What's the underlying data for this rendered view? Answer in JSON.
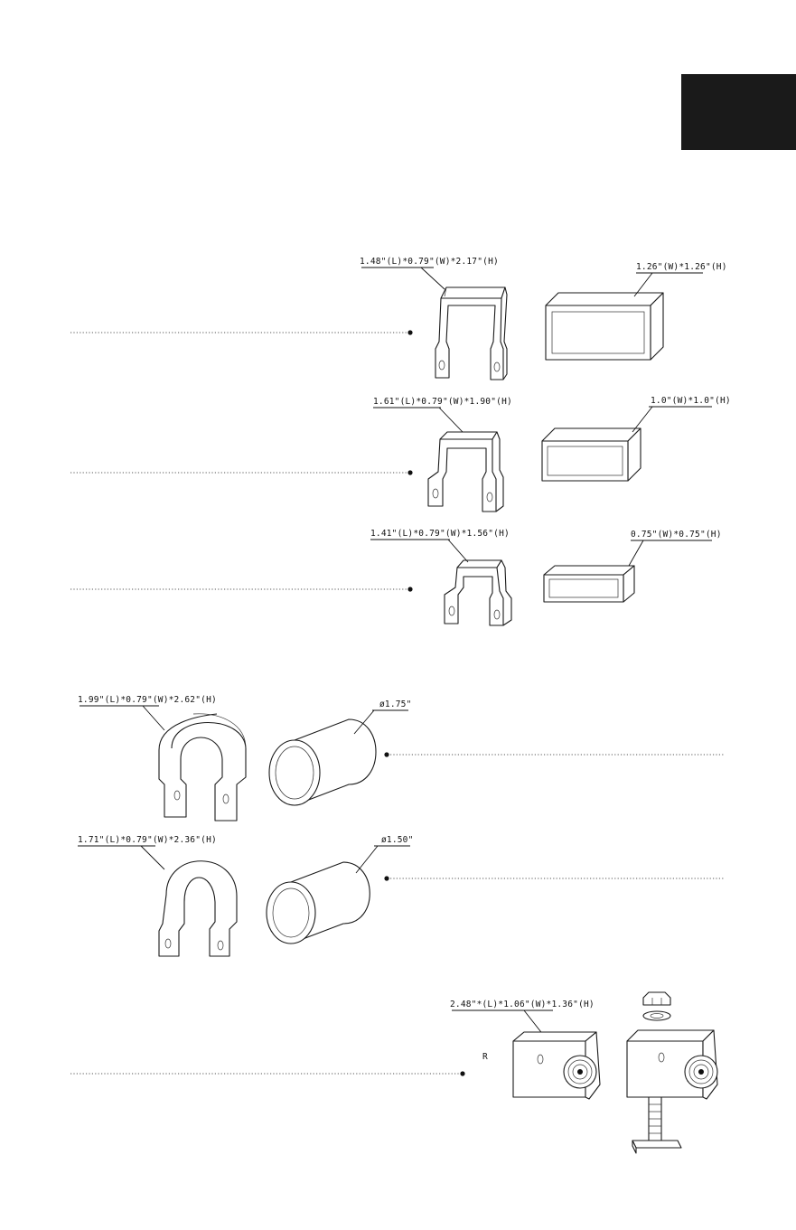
{
  "corner_tab": {
    "color": "#1a1a1a"
  },
  "parts": [
    {
      "id": "clamp-1",
      "type": "square-clamp",
      "dimension": "1.48\"(L)*0.79\"(W)*2.17\"(H)"
    },
    {
      "id": "tube-1",
      "type": "square-tube",
      "dimension": "1.26\"(W)*1.26\"(H)"
    },
    {
      "id": "clamp-2",
      "type": "square-clamp",
      "dimension": "1.61\"(L)*0.79\"(W)*1.90\"(H)"
    },
    {
      "id": "tube-2",
      "type": "square-tube",
      "dimension": "1.0\"(W)*1.0\"(H)"
    },
    {
      "id": "clamp-3",
      "type": "square-clamp",
      "dimension": "1.41\"(L)*0.79\"(W)*1.56\"(H)"
    },
    {
      "id": "tube-3",
      "type": "square-tube",
      "dimension": "0.75\"(W)*0.75\"(H)"
    },
    {
      "id": "clamp-4",
      "type": "round-clamp",
      "dimension": "1.99\"(L)*0.79\"(W)*2.62\"(H)"
    },
    {
      "id": "tube-4",
      "type": "round-tube",
      "dimension": "ø1.75\""
    },
    {
      "id": "clamp-5",
      "type": "round-clamp",
      "dimension": "1.71\"(L)*0.79\"(W)*2.36\"(H)"
    },
    {
      "id": "tube-5",
      "type": "round-tube",
      "dimension": "ø1.50\""
    },
    {
      "id": "mount-1",
      "type": "bracket-mount",
      "dimension": "2.48\"*(L)*1.06\"(W)*1.36\"(H)",
      "marker": "R"
    }
  ]
}
